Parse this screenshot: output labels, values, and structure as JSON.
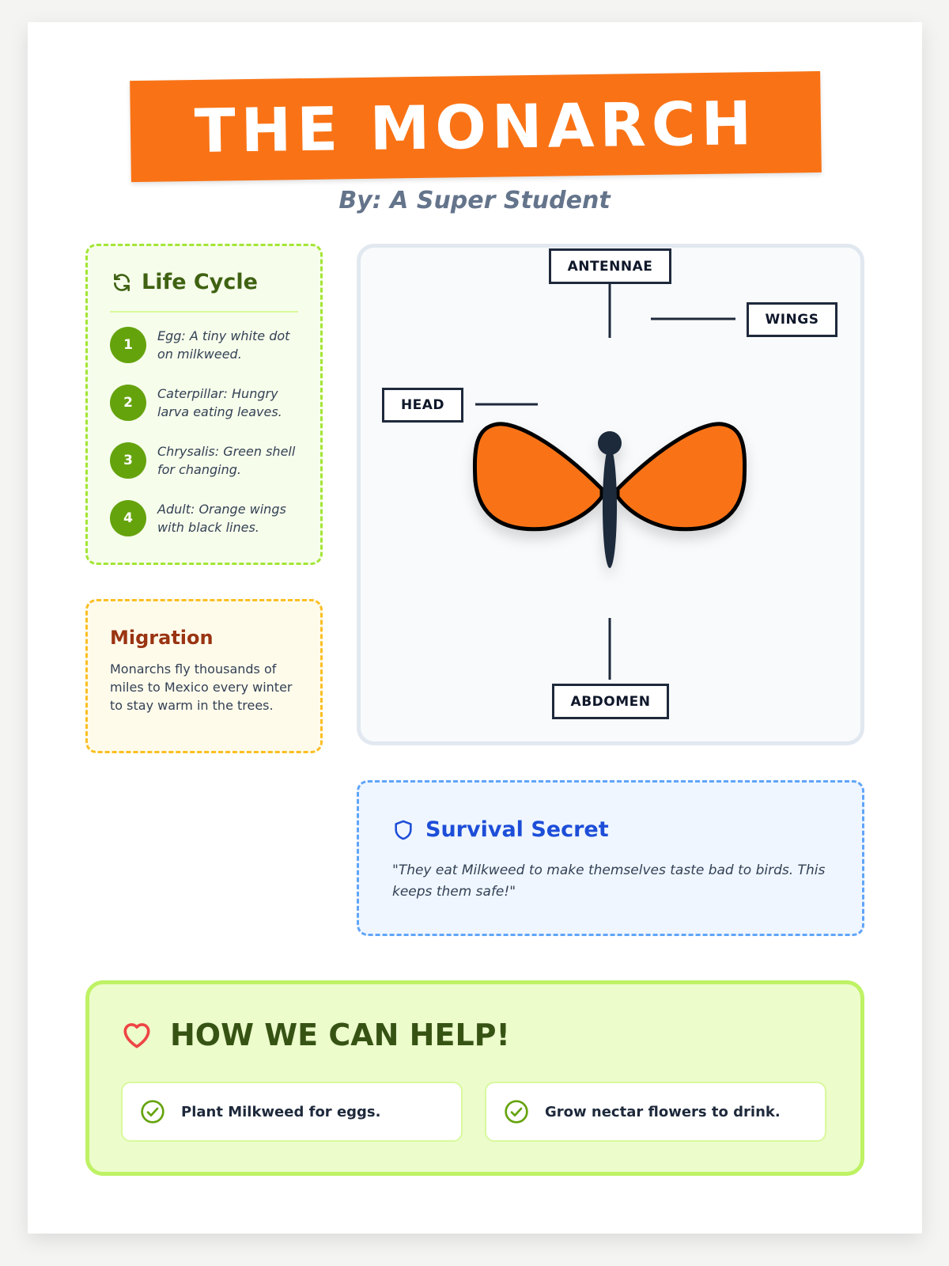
{
  "header": {
    "title": "THE MONARCH",
    "byline": "By: A Super Student"
  },
  "life_cycle": {
    "title": "Life Cycle",
    "icon": "refresh-icon",
    "steps": [
      {
        "number": "1",
        "text": "Egg: A tiny white dot on milkweed."
      },
      {
        "number": "2",
        "text": "Caterpillar: Hungry larva eating leaves."
      },
      {
        "number": "3",
        "text": "Chrysalis: Green shell for changing."
      },
      {
        "number": "4",
        "text": "Adult: Orange wings with black lines."
      }
    ]
  },
  "migration": {
    "title": "Migration",
    "text": "Monarchs fly thousands of miles to Mexico every winter to stay warm in the trees."
  },
  "diagram": {
    "labels": {
      "antennae": "ANTENNAE",
      "wings": "WINGS",
      "head": "HEAD",
      "abdomen": "ABDOMEN"
    },
    "wing_color": "#f97316",
    "body_color": "#1e293b"
  },
  "survival": {
    "title": "Survival Secret",
    "icon": "shield-icon",
    "quote": "\"They eat Milkweed to make themselves taste bad to birds. This keeps them safe!\""
  },
  "help": {
    "title": "HOW WE CAN HELP!",
    "icon": "heart-icon",
    "items": [
      {
        "text": "Plant Milkweed for eggs.",
        "icon": "check-circle-icon"
      },
      {
        "text": "Grow nectar flowers to drink.",
        "icon": "check-circle-icon"
      }
    ]
  }
}
